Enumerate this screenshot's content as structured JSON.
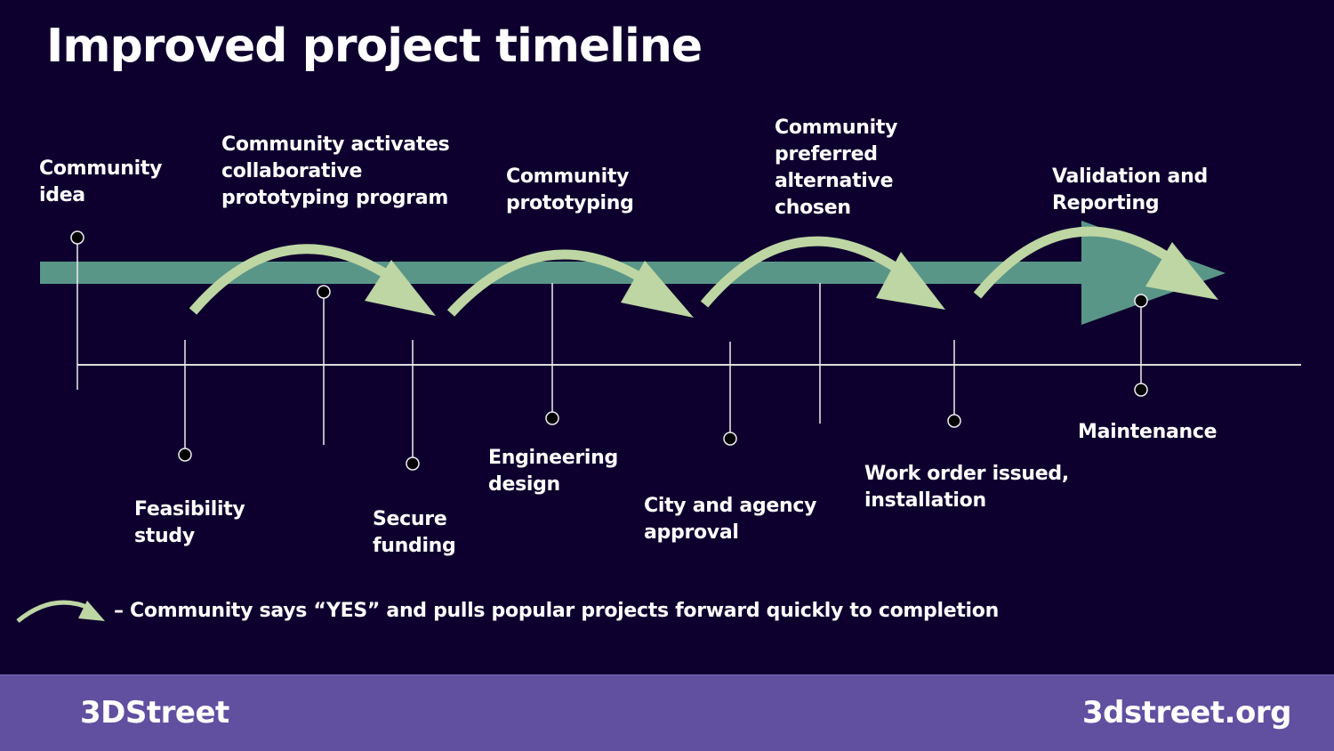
{
  "title": "Improved project timeline",
  "colors": {
    "background": "#0e002e",
    "bar": "#5a9688",
    "pull_arrow": "#bdd6a3",
    "footer": "#614fa0"
  },
  "milestones": [
    {
      "label": "Community\nidea",
      "position": "above"
    },
    {
      "label": "Feasibility\nstudy",
      "position": "below"
    },
    {
      "label": "Community activates\ncollaborative\nprototyping program",
      "position": "above"
    },
    {
      "label": "Secure\nfunding",
      "position": "below"
    },
    {
      "label": "Community\nprototyping",
      "position": "above"
    },
    {
      "label": "Engineering\ndesign",
      "position": "below"
    },
    {
      "label": "City and agency\napproval",
      "position": "below"
    },
    {
      "label": "Community\npreferred\nalternative\nchosen",
      "position": "above"
    },
    {
      "label": "Work order issued,\ninstallation",
      "position": "below"
    },
    {
      "label": "Validation and\nReporting",
      "position": "above"
    },
    {
      "label": "Maintenance",
      "position": "below"
    }
  ],
  "legend": "– Community says “YES” and pulls popular projects forward quickly to completion",
  "footer": {
    "brand": "3DStreet",
    "url": "3dstreet.org"
  }
}
